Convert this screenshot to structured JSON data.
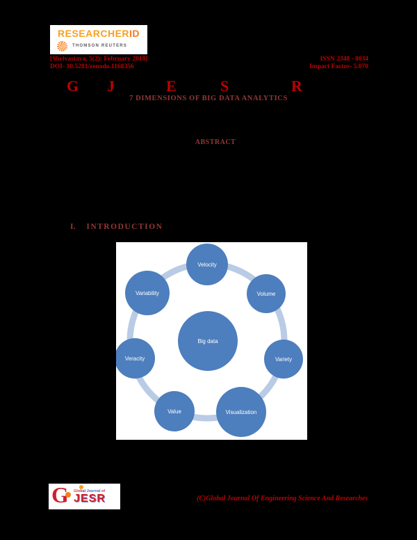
{
  "page": {
    "background_color": "#000000",
    "paper_color": "#ffffff"
  },
  "header": {
    "logo": {
      "researcher": "RESEARCHER",
      "id": "ID",
      "subtitle": "THOMSON REUTERS",
      "orange": "#f47b20"
    },
    "left_line1": "[Shrivastava, 5(2): February 2018]",
    "left_line2": "DOI- 10.5281/zenodo.1168356",
    "right_line1": "ISSN 2348 - 8034",
    "right_line2": "Impact Factor- 5.070",
    "accent_red": "#c00000"
  },
  "journal": {
    "letters": [
      "G",
      "J",
      "E",
      "S",
      "R"
    ]
  },
  "title": {
    "paper_title": "7 DIMENSIONS OF BIG DATA ANALYTICS",
    "color": "#953735"
  },
  "sections": {
    "abstract_heading": "ABSTRACT",
    "introduction_number": "I.",
    "introduction_heading": "INTRODUCTION"
  },
  "diagram": {
    "type": "cycle",
    "center_label": "Big data",
    "nodes": [
      "Velocity",
      "Volume",
      "Variety",
      "Visualization",
      "Value",
      "Veracity",
      "Variability"
    ],
    "node_color": "#4d7ebd",
    "ring_color": "#b9cbe5",
    "text_color": "#ffffff"
  },
  "footer": {
    "logo_g": "G",
    "logo_small_text": "Global Journal of",
    "logo_word": "JESR",
    "copyright": "(C)Global Journal Of Engineering Science And Researches"
  }
}
